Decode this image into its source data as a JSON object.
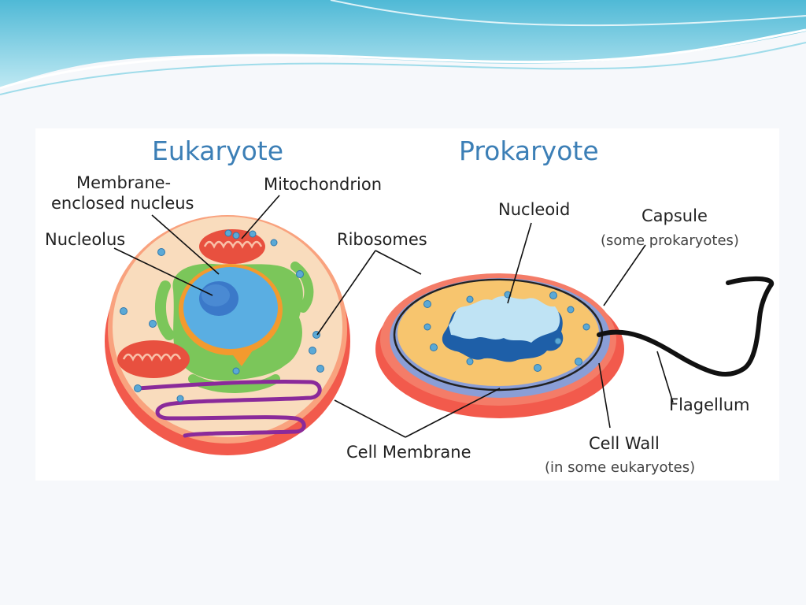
{
  "diagram": {
    "titles": {
      "eukaryote": "Eukaryote",
      "prokaryote": "Prokaryote"
    },
    "labels": {
      "membrane_enclosed_line1": "Membrane-",
      "membrane_enclosed_line2": "enclosed nucleus",
      "mitochondrion": "Mitochondrion",
      "nucleolus": "Nucleolus",
      "ribosomes": "Ribosomes",
      "nucleoid": "Nucleoid",
      "capsule": "Capsule",
      "capsule_note": "(some prokaryotes)",
      "flagellum": "Flagellum",
      "cell_wall": "Cell Wall",
      "cell_wall_note": "(in some eukaryotes)",
      "cell_membrane": "Cell Membrane"
    },
    "colors": {
      "header_wave": "#5cc3da",
      "cell_wall_red": "#f25a4c",
      "cytoplasm": "#f9dcbd",
      "er_green": "#7bc65a",
      "nucleus_blue": "#5aaee2",
      "nucleolus_blue": "#3b79c9",
      "nuclear_envelope_orange": "#f39a2e",
      "golgi_purple": "#8a2a9a",
      "ribosome_blue": "#5ba9d6",
      "prokaryote_cytoplasm": "#f7c56e",
      "capsule_blue": "#8a9ed6",
      "nucleoid_light": "#bfe3f4",
      "nucleoid_dark": "#1e5fa8",
      "title_blue": "#3c7fb6"
    }
  }
}
